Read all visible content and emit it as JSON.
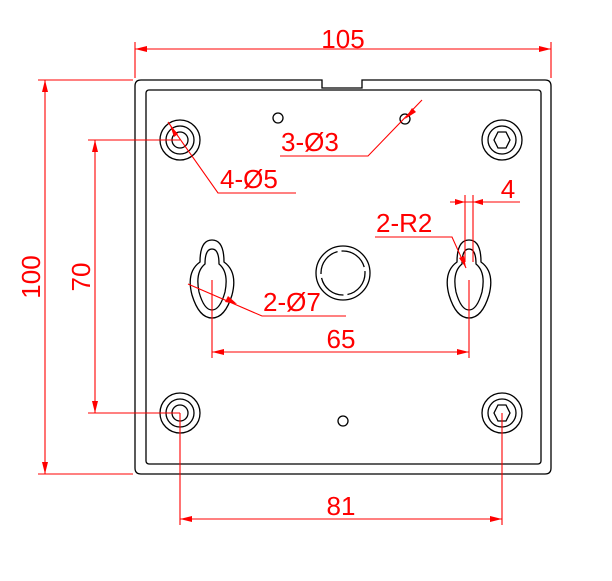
{
  "drawing": {
    "dimensions": {
      "width": "105",
      "height": "100",
      "vertical_hole_spacing": "70",
      "keyhole_spacing": "65",
      "bottom_hole_spacing": "81",
      "keyhole_slot_width": "4"
    },
    "callouts": {
      "small_holes": "3-Ø3",
      "corner_holes": "4-Ø5",
      "keyhole_radius": "2-R2",
      "keyhole_diameter": "2-Ø7"
    },
    "colors": {
      "outline": "#000000",
      "dimension": "#ff0000"
    }
  }
}
